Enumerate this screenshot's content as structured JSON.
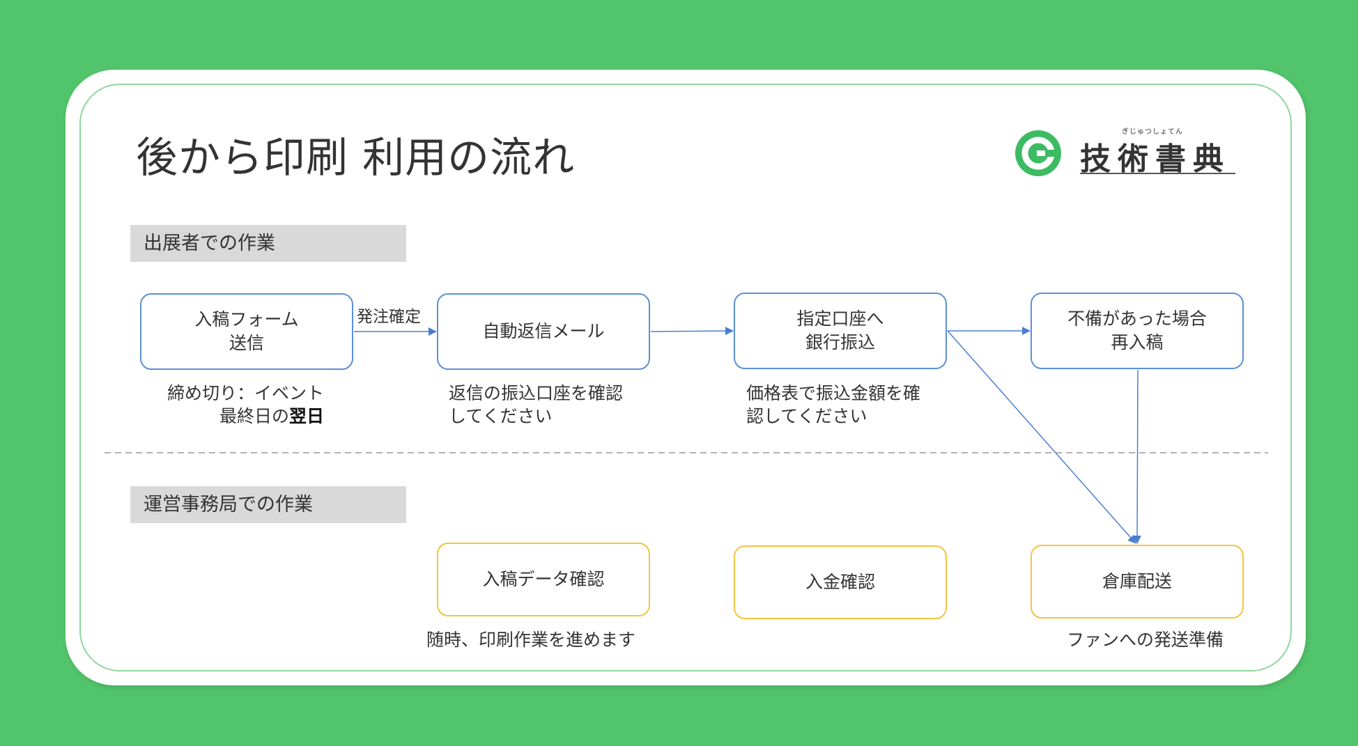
{
  "title": "後から印刷 利用の流れ",
  "logo": {
    "ruby": "ぎじゅつしょてん",
    "name": "技術書典"
  },
  "sections": {
    "exhibitor": "出展者での作業",
    "office": "運営事務局での作業"
  },
  "exhibitor_steps": [
    {
      "line1": "入稿フォーム",
      "line2": "送信"
    },
    {
      "line1": "自動返信メール",
      "line2": ""
    },
    {
      "line1": "指定口座へ",
      "line2": "銀行振込"
    },
    {
      "line1": "不備があった場合",
      "line2": "再入稿"
    }
  ],
  "exhibitor_notes": [
    {
      "line1": "締め切り：イベント",
      "line2_prefix": "最終日の",
      "line2_bold": "翌日"
    },
    {
      "line1": "返信の振込口座を確認",
      "line2": "してください"
    },
    {
      "line1": "価格表で振込金額を確",
      "line2": "認してください"
    }
  ],
  "arrow_label": "発注確定",
  "office_steps": [
    {
      "label": "入稿データ確認"
    },
    {
      "label": "入金確認"
    },
    {
      "label": "倉庫配送"
    }
  ],
  "office_notes": [
    "随時、印刷作業を進めます",
    "ファンへの発送準備"
  ],
  "colors": {
    "background": "#52c46b",
    "exhibitor_box_border": "#5b8fd6",
    "office_box_border": "#f5c242",
    "arrow": "#4a7fd0",
    "logo_green": "#3dbb63"
  }
}
